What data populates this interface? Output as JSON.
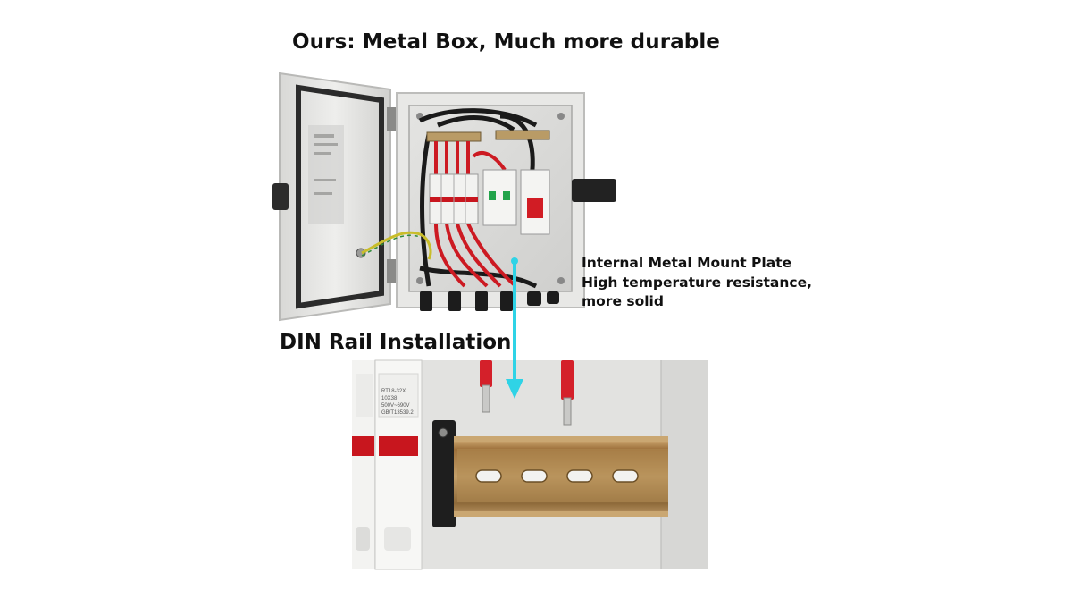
{
  "title": "Ours: Metal Box, Much more durable",
  "subtitle": "DIN Rail Installation",
  "callout": {
    "line1": "Internal Metal Mount Plate",
    "line2": "High temperature resistance,",
    "line3": "more solid"
  },
  "fuse_label": {
    "line1": "RT18-32X",
    "line2": "10X38",
    "line3": "500V~690V",
    "line4": "GB/T13539.2"
  },
  "colors": {
    "arrow": "#2fd3e6",
    "enclosure": "#e6e6e4",
    "wire_red": "#cc1a22",
    "rail_brass": "#b38d4a"
  }
}
